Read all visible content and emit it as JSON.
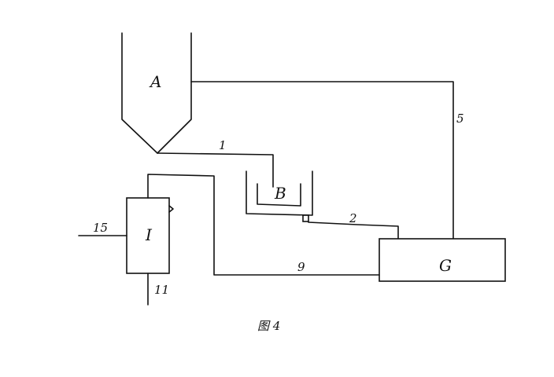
{
  "diagram": {
    "nodes": {
      "vessel_a": "A",
      "tank_b": "B",
      "unit_i": "I",
      "unit_g": "G"
    },
    "streams": {
      "s1": "1",
      "s2": "2",
      "s5": "5",
      "s9": "9",
      "s11": "11",
      "s15": "15"
    },
    "caption": "图 4"
  }
}
